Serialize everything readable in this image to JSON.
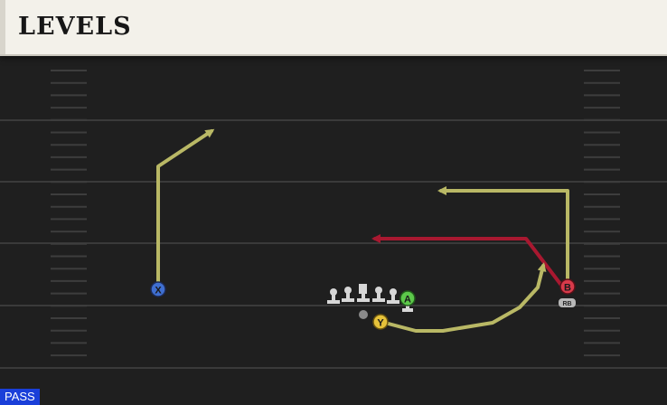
{
  "play": {
    "title": "LEVELS",
    "type_badge": "PASS"
  },
  "players": {
    "x": "X",
    "a": "A",
    "y": "Y",
    "b": "B",
    "rb": "RB"
  },
  "colors": {
    "field": "#1f1f1f",
    "yard_line": "#3a3a3a",
    "hash": "#3d3d3d",
    "route_primary": "#b9b865",
    "route_highlight": "#a81830",
    "x_receiver": "#3f6fd1",
    "a_receiver": "#5cc84a",
    "y_receiver": "#e6c23a",
    "b_receiver": "#d83a4a",
    "linemen": "#d7d7d7",
    "badge": "#1a3fd9"
  }
}
